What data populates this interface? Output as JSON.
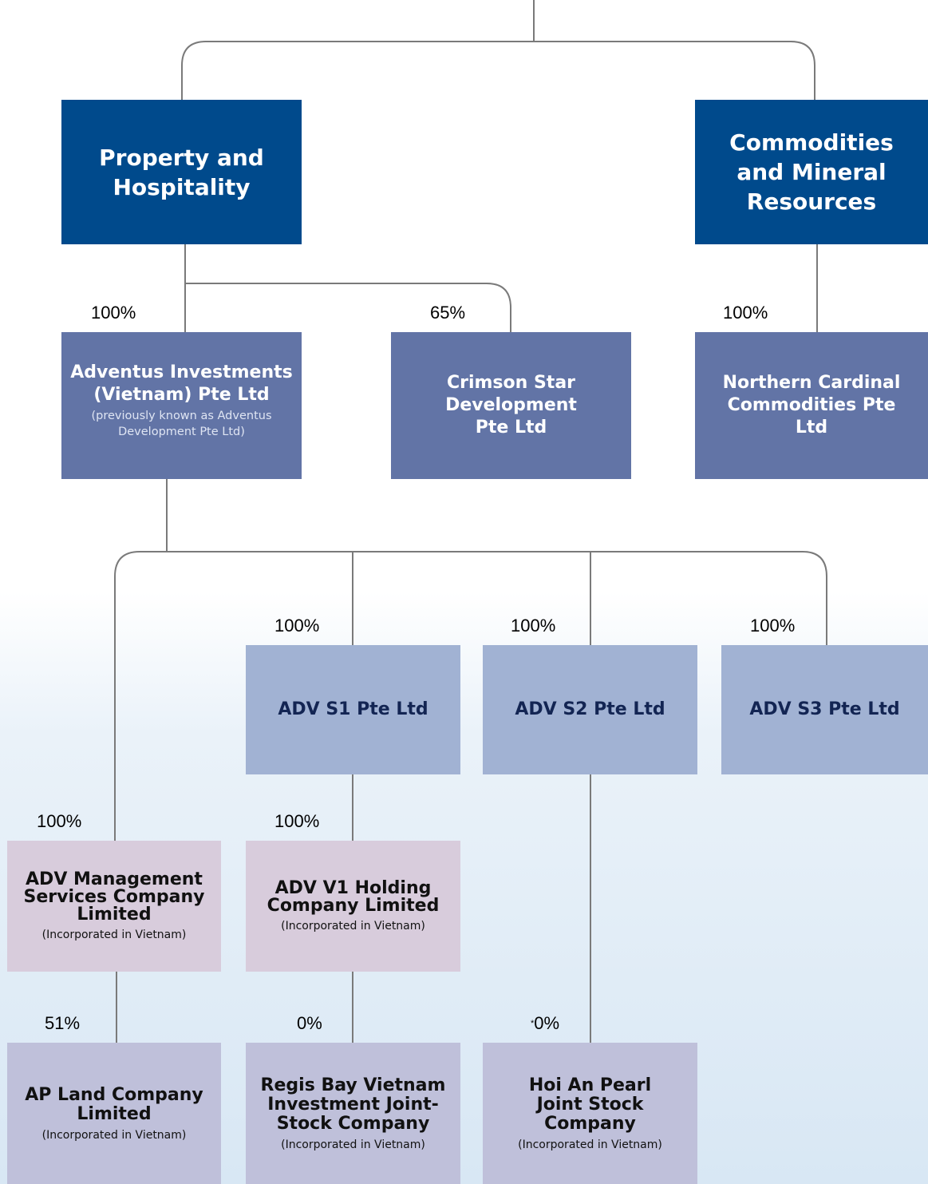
{
  "colors": {
    "segment": "#004a8c",
    "level1": "#6274a6",
    "level2": "#a1b2d3",
    "level3": "#d8ccdc",
    "level4": "#bfc0da",
    "connector": "#7a7a7a"
  },
  "segments": {
    "property": {
      "name": "Property and Hospitality"
    },
    "commodities": {
      "name": "Commodities and Mineral Resources"
    }
  },
  "entities": {
    "adventus": {
      "percent": "100%",
      "name": "Adventus Investments (Vietnam) Pte Ltd",
      "note": "(previously known as Adventus Development Pte Ltd)"
    },
    "crimson": {
      "percent": "65%",
      "name": "Crimson Star Development Pte Ltd"
    },
    "northern": {
      "percent": "100%",
      "name": "Northern Cardinal Commodities Pte Ltd"
    },
    "adv_s1": {
      "percent": "100%",
      "name": "ADV S1 Pte Ltd"
    },
    "adv_s2": {
      "percent": "100%",
      "name": "ADV S2 Pte Ltd"
    },
    "adv_s3": {
      "percent": "100%",
      "name": "ADV S3 Pte Ltd"
    },
    "adv_mgmt": {
      "percent": "100%",
      "name": "ADV Management Services Company Limited",
      "note": "(Incorporated in Vietnam)"
    },
    "adv_v1": {
      "percent": "100%",
      "name": "ADV V1 Holding Company Limited",
      "note": "(Incorporated in Vietnam)"
    },
    "ap_land": {
      "percent": "51%",
      "name": "AP Land Company Limited",
      "note": "(Incorporated in Vietnam)"
    },
    "regis_bay": {
      "percent": "0%",
      "name": "Regis Bay Vietnam Investment Joint-Stock Company",
      "note": "(Incorporated in Vietnam)"
    },
    "hoi_an": {
      "percent_mark": "*",
      "percent": "0%",
      "name": "Hoi An Pearl Joint Stock Company",
      "note": "(Incorporated in Vietnam)"
    }
  }
}
